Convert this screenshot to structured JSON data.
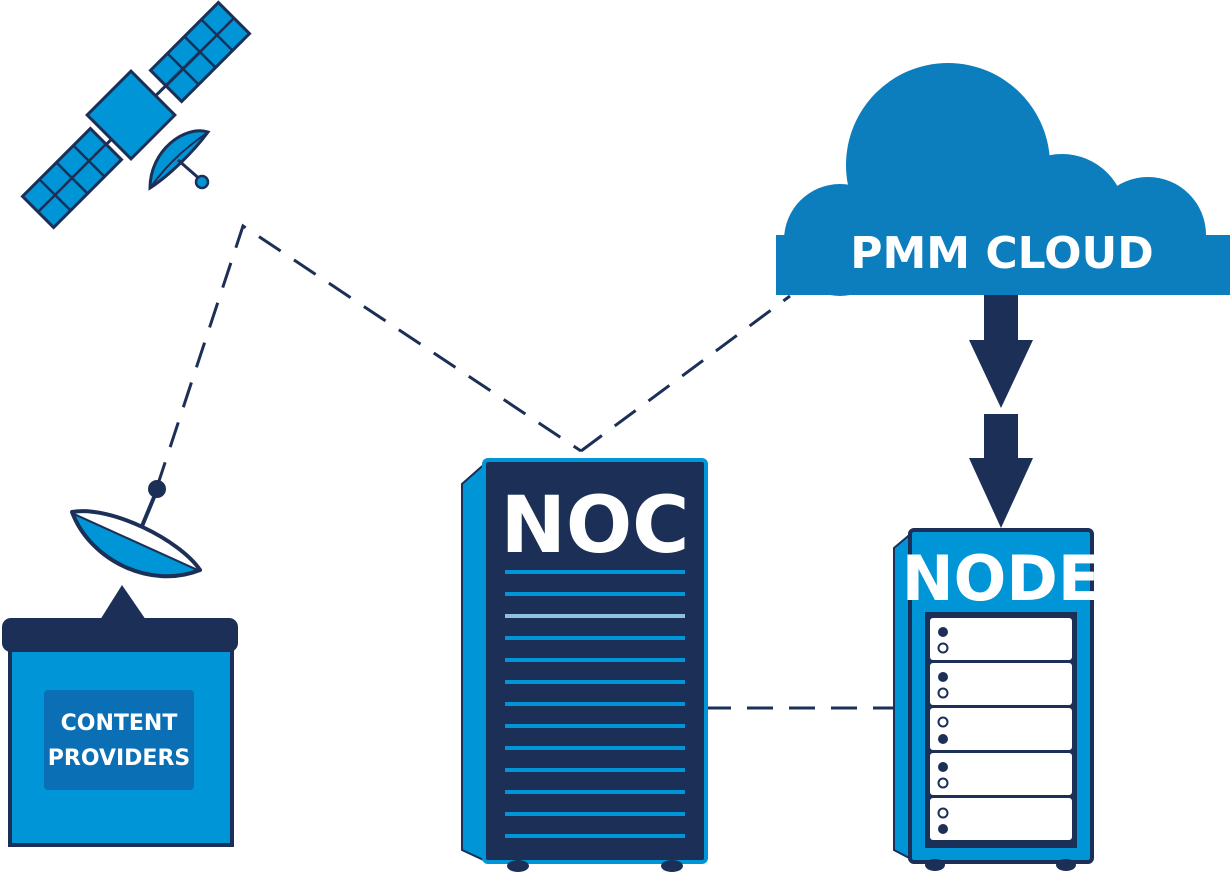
{
  "labels": {
    "cloud": "PMM CLOUD",
    "noc": "NOC",
    "node": "NODE",
    "content_line1": "CONTENT",
    "content_line2": "PROVIDERS"
  },
  "colors": {
    "navy": "#1b2f57",
    "blue": "#0095d6",
    "cloud_blue": "#0c7dbd",
    "dark_blue_panel": "#0a6fb4",
    "light_line": "#8fc0e0",
    "white": "#ffffff"
  },
  "icons": [
    "satellite-icon",
    "satellite-dish-icon",
    "cloud-icon",
    "server-rack-icon",
    "down-arrow-icon"
  ]
}
